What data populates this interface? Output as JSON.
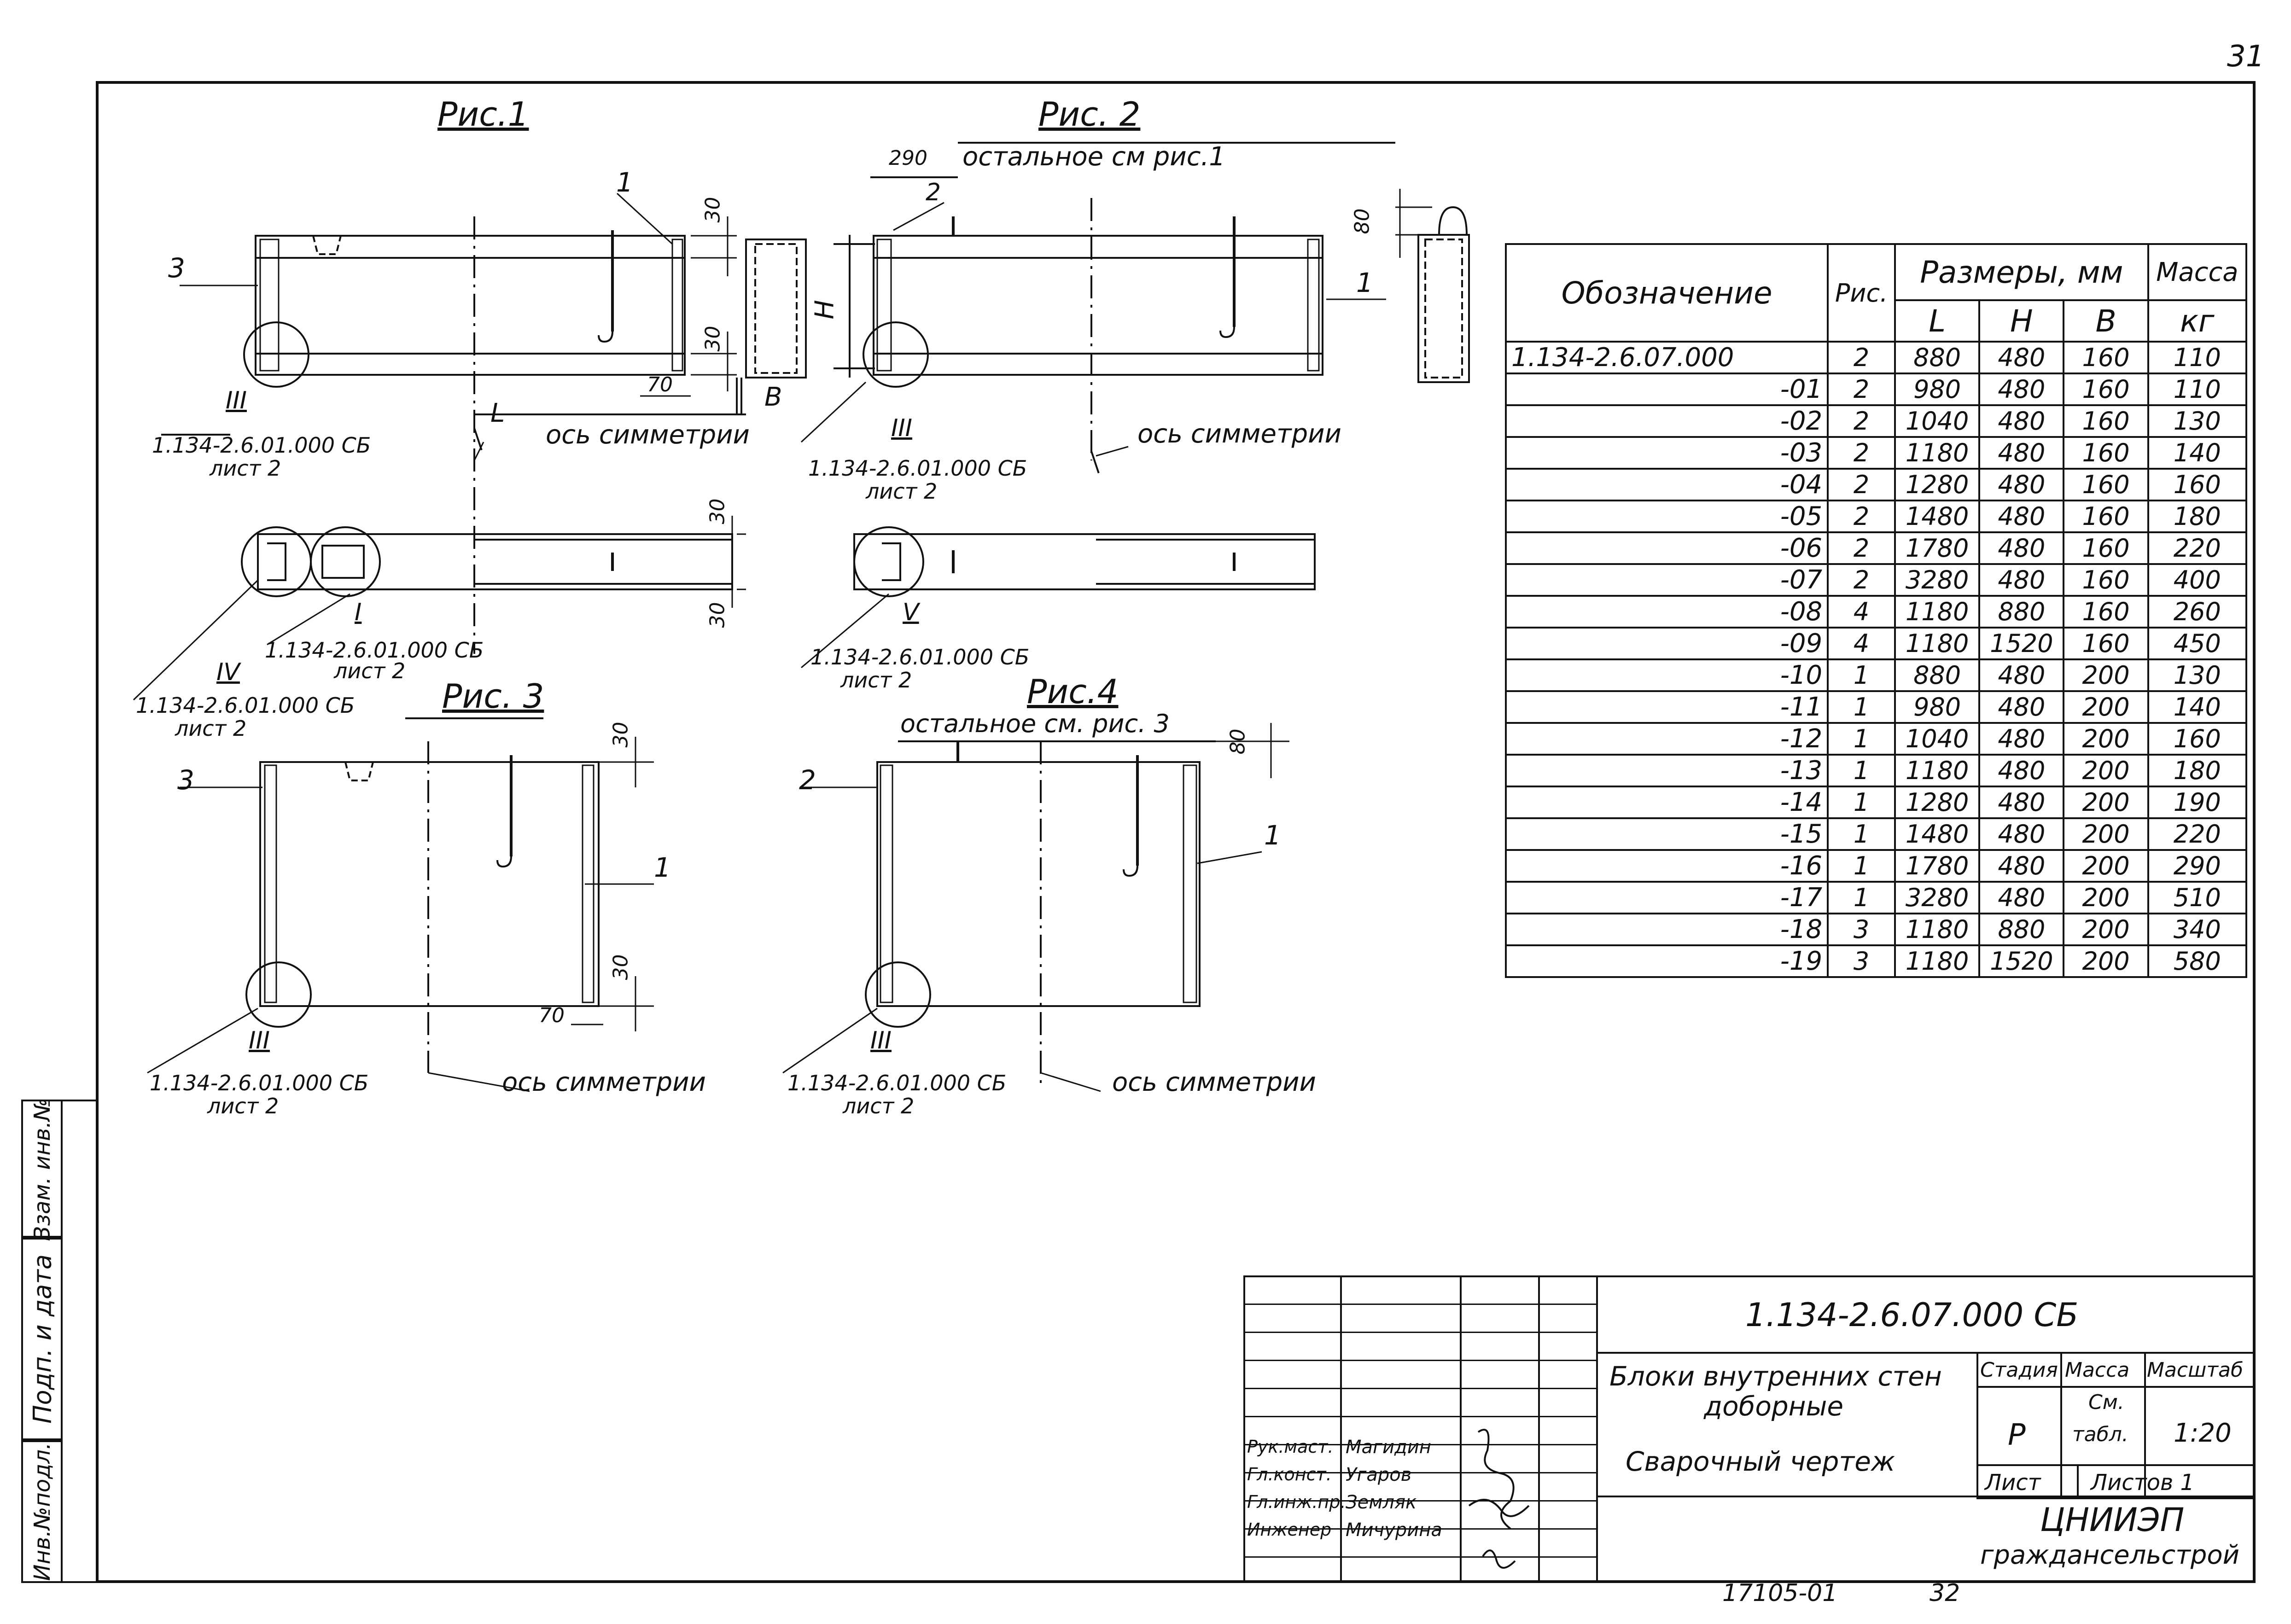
{
  "page_number": "31",
  "figures": {
    "fig1": "Рис.1",
    "fig2": "Рис. 2",
    "fig2_note": "остальное см рис.1",
    "fig3": "Рис. 3",
    "fig4": "Рис.4",
    "fig4_note": "остальное см. рис. 3"
  },
  "callouts": {
    "axis_label": "ось симметрии",
    "ref_iii_mark": "III",
    "ref_i_mark": "I",
    "ref_iv_mark": "IV",
    "ref_v_mark": "V",
    "ref_doc": "1.134-2.6.01.000 СБ",
    "ref_sheet": "лист 2",
    "pos1": "1",
    "pos2": "2",
    "pos3": "3",
    "dim_30": "30",
    "dim_70": "70",
    "dim_80": "80",
    "dim_290": "290",
    "dim_L": "L",
    "dim_H": "H",
    "dim_B": "B"
  },
  "spec_table": {
    "headers": {
      "designation": "Обозначение",
      "fig": "Рис.",
      "sizes": "Размеры, мм",
      "mass": "Масса",
      "L": "L",
      "H": "H",
      "B": "B",
      "kg": "кг"
    },
    "rows": [
      {
        "des": "1.134-2.6.07.000",
        "fig": "2",
        "L": "880",
        "H": "480",
        "B": "160",
        "m": "110"
      },
      {
        "des": "-01",
        "fig": "2",
        "L": "980",
        "H": "480",
        "B": "160",
        "m": "110"
      },
      {
        "des": "-02",
        "fig": "2",
        "L": "1040",
        "H": "480",
        "B": "160",
        "m": "130"
      },
      {
        "des": "-03",
        "fig": "2",
        "L": "1180",
        "H": "480",
        "B": "160",
        "m": "140"
      },
      {
        "des": "-04",
        "fig": "2",
        "L": "1280",
        "H": "480",
        "B": "160",
        "m": "160"
      },
      {
        "des": "-05",
        "fig": "2",
        "L": "1480",
        "H": "480",
        "B": "160",
        "m": "180"
      },
      {
        "des": "-06",
        "fig": "2",
        "L": "1780",
        "H": "480",
        "B": "160",
        "m": "220"
      },
      {
        "des": "-07",
        "fig": "2",
        "L": "3280",
        "H": "480",
        "B": "160",
        "m": "400"
      },
      {
        "des": "-08",
        "fig": "4",
        "L": "1180",
        "H": "880",
        "B": "160",
        "m": "260"
      },
      {
        "des": "-09",
        "fig": "4",
        "L": "1180",
        "H": "1520",
        "B": "160",
        "m": "450"
      },
      {
        "des": "-10",
        "fig": "1",
        "L": "880",
        "H": "480",
        "B": "200",
        "m": "130"
      },
      {
        "des": "-11",
        "fig": "1",
        "L": "980",
        "H": "480",
        "B": "200",
        "m": "140"
      },
      {
        "des": "-12",
        "fig": "1",
        "L": "1040",
        "H": "480",
        "B": "200",
        "m": "160"
      },
      {
        "des": "-13",
        "fig": "1",
        "L": "1180",
        "H": "480",
        "B": "200",
        "m": "180"
      },
      {
        "des": "-14",
        "fig": "1",
        "L": "1280",
        "H": "480",
        "B": "200",
        "m": "190"
      },
      {
        "des": "-15",
        "fig": "1",
        "L": "1480",
        "H": "480",
        "B": "200",
        "m": "220"
      },
      {
        "des": "-16",
        "fig": "1",
        "L": "1780",
        "H": "480",
        "B": "200",
        "m": "290"
      },
      {
        "des": "-17",
        "fig": "1",
        "L": "3280",
        "H": "480",
        "B": "200",
        "m": "510"
      },
      {
        "des": "-18",
        "fig": "3",
        "L": "1180",
        "H": "880",
        "B": "200",
        "m": "340"
      },
      {
        "des": "-19",
        "fig": "3",
        "L": "1180",
        "H": "1520",
        "B": "200",
        "m": "580"
      }
    ]
  },
  "title_block": {
    "code": "1.134-2.6.07.000 СБ",
    "name_line1": "Блоки внутренних стен",
    "name_line2": "доборные",
    "name_line3": "Сварочный чертеж",
    "stage_label": "Стадия",
    "mass_label": "Масса",
    "scale_label": "Масштаб",
    "stage": "Р",
    "mass_line1": "См.",
    "mass_line2": "табл.",
    "scale": "1:20",
    "sheet_label": "Лист",
    "sheets_label": "Листов 1",
    "org_line1": "ЦНИИЭП",
    "org_line2": "граждансельстрой",
    "staff": [
      {
        "role": "Рук.маст.",
        "name": "Магидин"
      },
      {
        "role": "Гл.конст.",
        "name": "Угаров"
      },
      {
        "role": "Гл.инж.пр.",
        "name": "Земляк"
      },
      {
        "role": "Инженер",
        "name": "Мичурина"
      }
    ]
  },
  "side_stamp": {
    "inv": "Инв.№подл.",
    "sign": "Подп. и дата",
    "vzam": "Взам. инв.№"
  },
  "bottom_note": {
    "archive": "17105-01",
    "page": "32"
  }
}
